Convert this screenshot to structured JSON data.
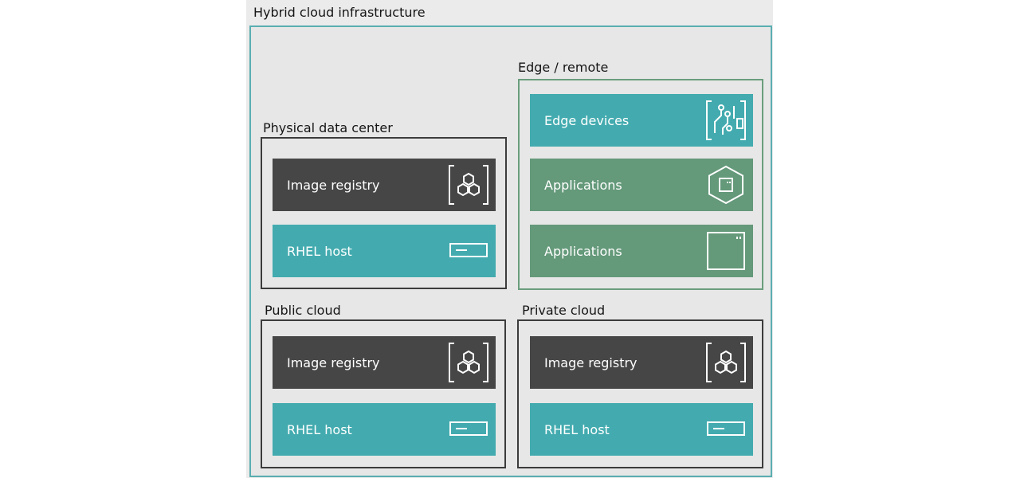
{
  "title": "Hybrid cloud infrastructure",
  "groups": {
    "physical": {
      "label": "Physical data center",
      "tiles": [
        {
          "label": "Image registry",
          "icon": "image-registry-icon"
        },
        {
          "label": "RHEL host",
          "icon": "server-icon"
        }
      ]
    },
    "edge": {
      "label": "Edge / remote",
      "tiles": [
        {
          "label": "Edge devices",
          "icon": "circuit-board-icon"
        },
        {
          "label": "Applications",
          "icon": "hexagon-app-icon"
        },
        {
          "label": "Applications",
          "icon": "app-window-icon"
        }
      ]
    },
    "public": {
      "label": "Public cloud",
      "tiles": [
        {
          "label": "Image registry",
          "icon": "image-registry-icon"
        },
        {
          "label": "RHEL host",
          "icon": "server-icon"
        }
      ]
    },
    "private": {
      "label": "Private cloud",
      "tiles": [
        {
          "label": "Image registry",
          "icon": "image-registry-icon"
        },
        {
          "label": "RHEL host",
          "icon": "server-icon"
        }
      ]
    }
  },
  "colors": {
    "dark_tile": "#464646",
    "teal_tile": "#43abaf",
    "green_tile": "#64997a",
    "infra_border": "#5aaeb0"
  }
}
